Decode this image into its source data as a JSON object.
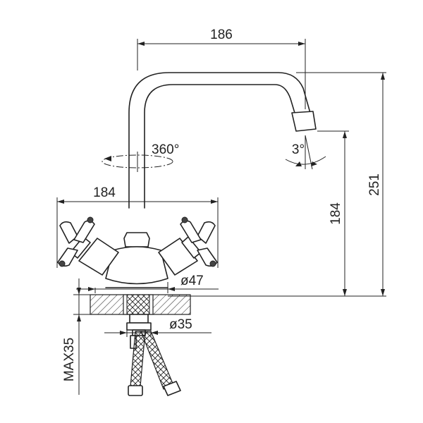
{
  "dimensions": {
    "spout_reach": "186",
    "base_width": "184",
    "spout_height": "184",
    "total_height": "251",
    "rotation": "360°",
    "spout_angle": "3°",
    "base_diameter": "ø47",
    "shank_diameter": "ø35",
    "max_thickness": "MAX35"
  }
}
